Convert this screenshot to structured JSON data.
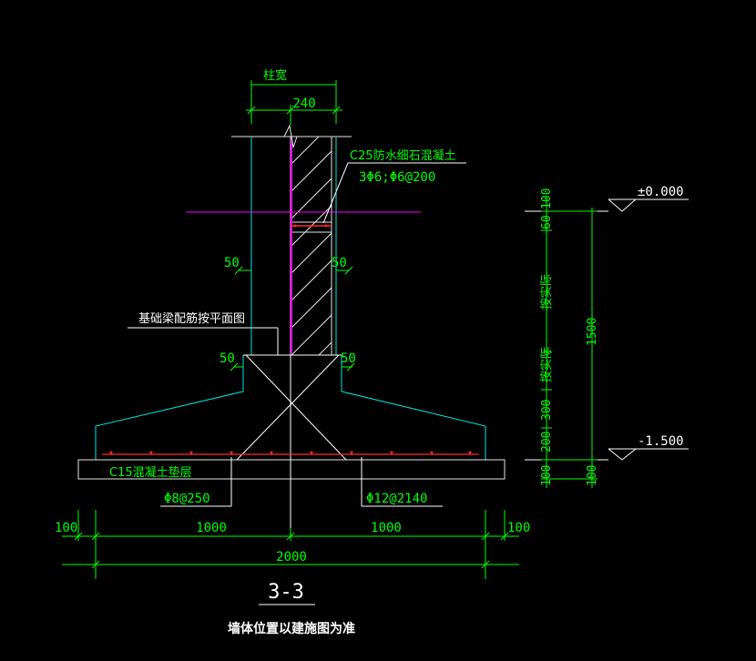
{
  "colors": {
    "background": "#000000",
    "foundation_outline": "#00e6e6",
    "concrete_outline": "#e6e6e6",
    "hatch": "#e6e6e6",
    "dimension_text": "#00ff00",
    "dimension_line": "#00ff00",
    "rebar": "#ff2a2a",
    "magenta_line": "#ff00ff",
    "leader": "#ffffff",
    "note_text": "#ffffff"
  },
  "labels": {
    "column_width_label": "柱宽",
    "column_width": "240",
    "waterproof_concrete": "C25防水细石混凝土",
    "rebar_spec": "3Φ6;Φ6@200",
    "offset_left_upper": "50",
    "offset_right_upper": "50",
    "offset_left_lower": "50",
    "offset_right_lower": "50",
    "beam_reinforcement_note": "基础梁配筋按平面图",
    "cushion": "C15混凝土垫层",
    "rebar_left": "Φ8@250",
    "rebar_right": "Φ12@2140",
    "dim_left_edge": "100",
    "dim_left_half": "1000",
    "dim_right_half": "1000",
    "dim_right_edge": "100",
    "dim_total": "2000",
    "section_name": "3-3",
    "footnote": "墙体位置以建施图为准"
  },
  "elevations": {
    "top": "±0.000",
    "bottom": "-1.500",
    "height_total": "1500",
    "seg_100_top": "100",
    "seg_60": "60",
    "seg_by_plan_upper": "按实际",
    "seg_by_plan_lower": "按实际",
    "seg_300": "300",
    "seg_200": "200",
    "seg_100_bottom": "100",
    "seg_100_bottom_right": "100"
  }
}
